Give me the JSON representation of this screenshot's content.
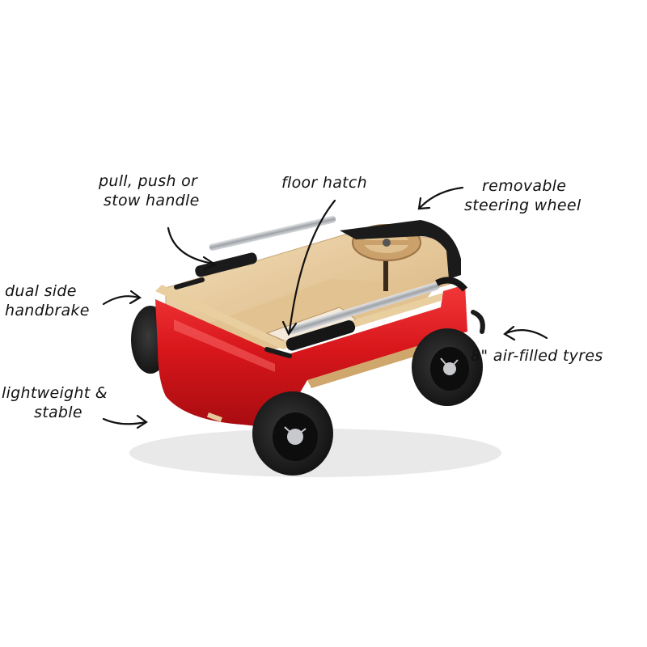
{
  "annotations": {
    "pull_handle": {
      "line1": "pull, push or",
      "line2": "stow handle"
    },
    "floor_hatch": {
      "line1": "floor hatch"
    },
    "steering_wheel": {
      "line1": "removable",
      "line2": "steering wheel"
    },
    "handbrake": {
      "line1": "dual side",
      "line2": "handbrake"
    },
    "tyres": {
      "line1": "8\" air-filled tyres"
    },
    "lightweight": {
      "line1": "lightweight &",
      "line2": "stable"
    }
  },
  "colors": {
    "body_red": "#d8161b",
    "plywood": "#e6c99a",
    "tyre": "#1c1c1c",
    "rail": "#b9bcc0",
    "text": "#111111"
  }
}
